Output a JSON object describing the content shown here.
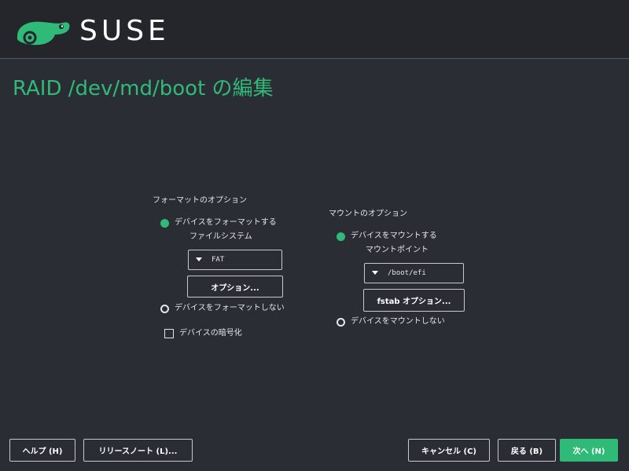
{
  "brand": {
    "name": "SUSE",
    "color": "#30ba78",
    "logo_icon": "chameleon-icon"
  },
  "page": {
    "title": "RAID /dev/md/boot の編集"
  },
  "format": {
    "group_title": "フォーマットのオプション",
    "format_device_label": "デバイスをフォーマットする",
    "format_device_selected": true,
    "filesystem_label": "ファイルシステム",
    "filesystem_value": "FAT",
    "options_button": "オプション...",
    "no_format_label": "デバイスをフォーマットしない",
    "encrypt_label": "デバイスの暗号化",
    "encrypt_checked": false
  },
  "mount": {
    "group_title": "マウントのオプション",
    "mount_device_label": "デバイスをマウントする",
    "mount_device_selected": true,
    "mount_point_label": "マウントポイント",
    "mount_point_value": "/boot/efi",
    "fstab_button": "fstab オプション...",
    "no_mount_label": "デバイスをマウントしない"
  },
  "footer": {
    "help": "ヘルプ (H)",
    "release_notes": "リリースノート (L)...",
    "cancel": "キャンセル (C)",
    "back": "戻る (B)",
    "next": "次へ (N)"
  }
}
